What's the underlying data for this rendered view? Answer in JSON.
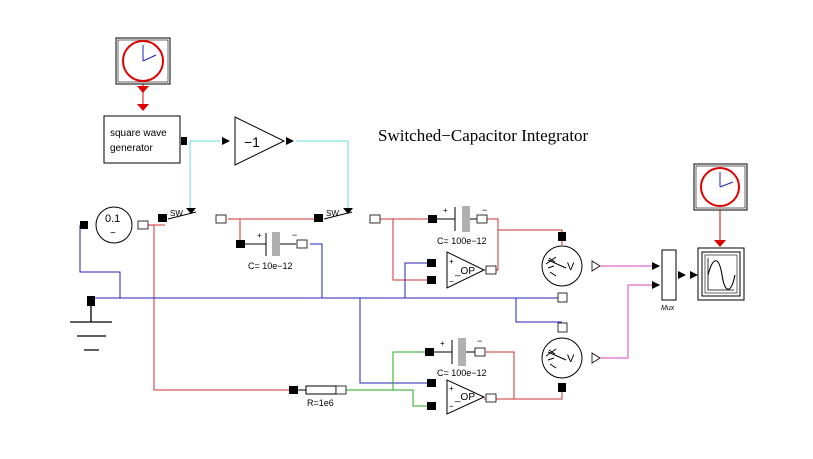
{
  "title": "Switched−Capacitor Integrator",
  "labels": {
    "square_wave": [
      "square wave",
      "generator"
    ],
    "gain": "−1",
    "dc_source": "0.1",
    "dc_symbol": "~",
    "switch1": "SW",
    "switch2": "SW",
    "cap_small": "C= 10e−12",
    "cap_upper": "C= 100e−12",
    "cap_lower": "C= 100e−12",
    "opamp_upper": "_OP",
    "opamp_lower": "_OP",
    "resistor": "R=1e6",
    "mux": "Mux",
    "voltmeter_upper": "V",
    "voltmeter_lower": "V",
    "plus": "+",
    "minus": "−"
  },
  "colors": {
    "clock_red": "#e00000",
    "signal_cyan": "#66dddd",
    "wire_blue": "#2222bb",
    "wire_red": "#cc3333",
    "wire_magenta": "#dd44cc",
    "wire_green": "#22aa22",
    "capacitor_gray": "#b0b0b0"
  }
}
